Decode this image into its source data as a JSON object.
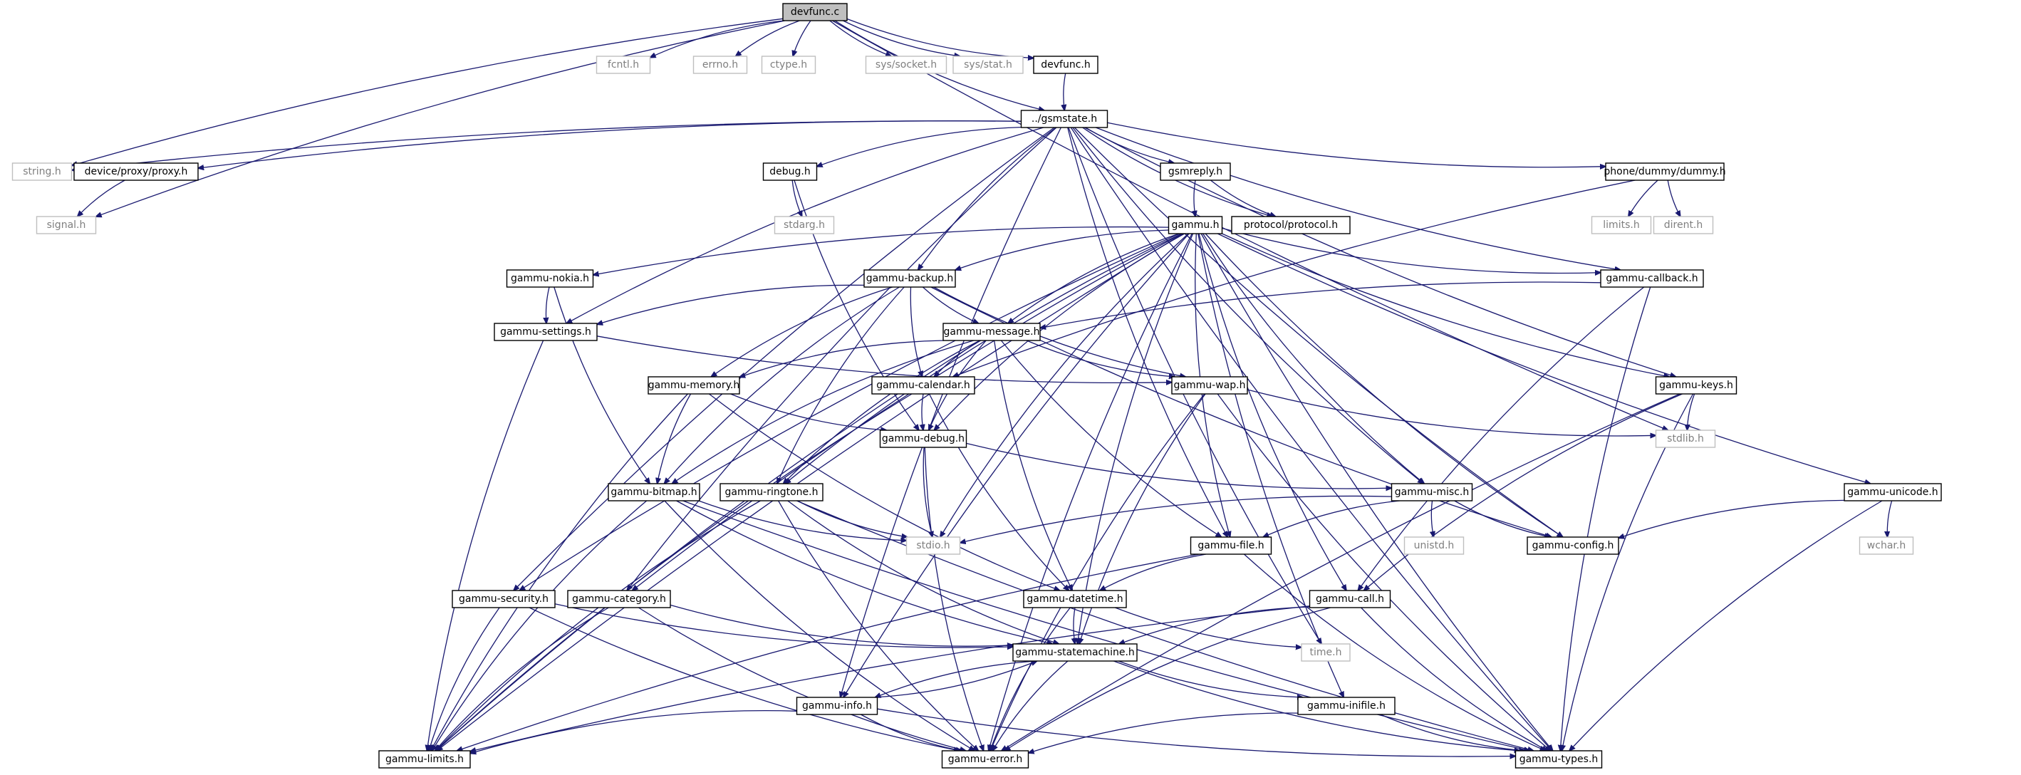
{
  "colors": {
    "edge": "#191970",
    "documented_border": "#000000",
    "system_border": "#bfbfbf",
    "system_text": "#7f7f7f",
    "root_fill": "#bfbfbf",
    "text": "#000000"
  },
  "graph": {
    "title": "devfunc.c",
    "nodes": [
      {
        "id": "devfunc_c",
        "label": "devfunc.c",
        "kind": "root"
      },
      {
        "id": "fcntl_h",
        "label": "fcntl.h",
        "kind": "system"
      },
      {
        "id": "errno_h",
        "label": "errno.h",
        "kind": "system"
      },
      {
        "id": "ctype_h",
        "label": "ctype.h",
        "kind": "system"
      },
      {
        "id": "sys_socket_h",
        "label": "sys/socket.h",
        "kind": "system"
      },
      {
        "id": "sys_stat_h",
        "label": "sys/stat.h",
        "kind": "system"
      },
      {
        "id": "devfunc_h",
        "label": "devfunc.h",
        "kind": "doc"
      },
      {
        "id": "gsmstate_h",
        "label": "../gsmstate.h",
        "kind": "doc"
      },
      {
        "id": "string_h",
        "label": "string.h",
        "kind": "system"
      },
      {
        "id": "proxy_h",
        "label": "device/proxy/proxy.h",
        "kind": "doc"
      },
      {
        "id": "signal_h",
        "label": "signal.h",
        "kind": "system"
      },
      {
        "id": "debug_h",
        "label": "debug.h",
        "kind": "doc"
      },
      {
        "id": "stdarg_h",
        "label": "stdarg.h",
        "kind": "system"
      },
      {
        "id": "gsmreply_h",
        "label": "gsmreply.h",
        "kind": "doc"
      },
      {
        "id": "dummy_h",
        "label": "phone/dummy/dummy.h",
        "kind": "doc"
      },
      {
        "id": "limits_h",
        "label": "limits.h",
        "kind": "system"
      },
      {
        "id": "dirent_h",
        "label": "dirent.h",
        "kind": "system"
      },
      {
        "id": "gammu_h",
        "label": "gammu.h",
        "kind": "doc"
      },
      {
        "id": "protocol_h",
        "label": "protocol/protocol.h",
        "kind": "doc"
      },
      {
        "id": "gammu_nokia_h",
        "label": "gammu-nokia.h",
        "kind": "doc"
      },
      {
        "id": "gammu_backup_h",
        "label": "gammu-backup.h",
        "kind": "doc"
      },
      {
        "id": "gammu_callback_h",
        "label": "gammu-callback.h",
        "kind": "doc"
      },
      {
        "id": "gammu_settings_h",
        "label": "gammu-settings.h",
        "kind": "doc"
      },
      {
        "id": "gammu_message_h",
        "label": "gammu-message.h",
        "kind": "doc"
      },
      {
        "id": "gammu_memory_h",
        "label": "gammu-memory.h",
        "kind": "doc"
      },
      {
        "id": "gammu_calendar_h",
        "label": "gammu-calendar.h",
        "kind": "doc"
      },
      {
        "id": "gammu_wap_h",
        "label": "gammu-wap.h",
        "kind": "doc"
      },
      {
        "id": "gammu_keys_h",
        "label": "gammu-keys.h",
        "kind": "doc"
      },
      {
        "id": "stdlib_h",
        "label": "stdlib.h",
        "kind": "system"
      },
      {
        "id": "gammu_debug_h",
        "label": "gammu-debug.h",
        "kind": "doc"
      },
      {
        "id": "gammu_bitmap_h",
        "label": "gammu-bitmap.h",
        "kind": "doc"
      },
      {
        "id": "gammu_ringtone_h",
        "label": "gammu-ringtone.h",
        "kind": "doc"
      },
      {
        "id": "gammu_misc_h",
        "label": "gammu-misc.h",
        "kind": "doc"
      },
      {
        "id": "gammu_unicode_h",
        "label": "gammu-unicode.h",
        "kind": "doc"
      },
      {
        "id": "stdio_h",
        "label": "stdio.h",
        "kind": "system"
      },
      {
        "id": "unistd_h",
        "label": "unistd.h",
        "kind": "system"
      },
      {
        "id": "wchar_h",
        "label": "wchar.h",
        "kind": "system"
      },
      {
        "id": "gammu_file_h",
        "label": "gammu-file.h",
        "kind": "doc"
      },
      {
        "id": "gammu_config_h",
        "label": "gammu-config.h",
        "kind": "doc"
      },
      {
        "id": "gammu_security_h",
        "label": "gammu-security.h",
        "kind": "doc"
      },
      {
        "id": "gammu_category_h",
        "label": "gammu-category.h",
        "kind": "doc"
      },
      {
        "id": "gammu_datetime_h",
        "label": "gammu-datetime.h",
        "kind": "doc"
      },
      {
        "id": "gammu_call_h",
        "label": "gammu-call.h",
        "kind": "doc"
      },
      {
        "id": "time_h",
        "label": "time.h",
        "kind": "system"
      },
      {
        "id": "gammu_statemachine_h",
        "label": "gammu-statemachine.h",
        "kind": "doc"
      },
      {
        "id": "gammu_info_h",
        "label": "gammu-info.h",
        "kind": "doc"
      },
      {
        "id": "gammu_inifile_h",
        "label": "gammu-inifile.h",
        "kind": "doc"
      },
      {
        "id": "gammu_limits_h",
        "label": "gammu-limits.h",
        "kind": "doc"
      },
      {
        "id": "gammu_error_h",
        "label": "gammu-error.h",
        "kind": "doc"
      },
      {
        "id": "gammu_types_h",
        "label": "gammu-types.h",
        "kind": "doc"
      }
    ],
    "edges": [
      [
        "devfunc_c",
        "fcntl_h"
      ],
      [
        "devfunc_c",
        "errno_h"
      ],
      [
        "devfunc_c",
        "ctype_h"
      ],
      [
        "devfunc_c",
        "sys_socket_h"
      ],
      [
        "devfunc_c",
        "sys_stat_h"
      ],
      [
        "devfunc_c",
        "devfunc_h"
      ],
      [
        "devfunc_c",
        "gsmstate_h"
      ],
      [
        "devfunc_c",
        "string_h"
      ],
      [
        "devfunc_c",
        "signal_h"
      ],
      [
        "devfunc_c",
        "stdlib_h"
      ],
      [
        "devfunc_h",
        "gsmstate_h"
      ],
      [
        "gsmstate_h",
        "string_h"
      ],
      [
        "gsmstate_h",
        "proxy_h"
      ],
      [
        "gsmstate_h",
        "debug_h"
      ],
      [
        "gsmstate_h",
        "gsmreply_h"
      ],
      [
        "gsmstate_h",
        "protocol_h"
      ],
      [
        "gsmstate_h",
        "dummy_h"
      ],
      [
        "gsmstate_h",
        "gammu_backup_h"
      ],
      [
        "gsmstate_h",
        "gammu_callback_h"
      ],
      [
        "gsmstate_h",
        "gammu_settings_h"
      ],
      [
        "gsmstate_h",
        "gammu_keys_h"
      ],
      [
        "gsmstate_h",
        "gammu_misc_h"
      ],
      [
        "gsmstate_h",
        "gammu_file_h"
      ],
      [
        "gsmstate_h",
        "gammu_config_h"
      ],
      [
        "gsmstate_h",
        "gammu_security_h"
      ],
      [
        "gsmstate_h",
        "gammu_category_h"
      ],
      [
        "gsmstate_h",
        "gammu_info_h"
      ],
      [
        "gsmstate_h",
        "time_h"
      ],
      [
        "gsmstate_h",
        "gammu_types_h"
      ],
      [
        "proxy_h",
        "signal_h"
      ],
      [
        "debug_h",
        "stdarg_h"
      ],
      [
        "debug_h",
        "gammu_debug_h"
      ],
      [
        "gsmreply_h",
        "gammu_h"
      ],
      [
        "gsmreply_h",
        "protocol_h"
      ],
      [
        "dummy_h",
        "limits_h"
      ],
      [
        "dummy_h",
        "dirent_h"
      ],
      [
        "dummy_h",
        "gammu_calendar_h"
      ],
      [
        "gammu_h",
        "gammu_nokia_h"
      ],
      [
        "gammu_h",
        "gammu_backup_h"
      ],
      [
        "gammu_h",
        "gammu_callback_h"
      ],
      [
        "gammu_h",
        "gammu_message_h"
      ],
      [
        "gammu_h",
        "gammu_keys_h"
      ],
      [
        "gammu_h",
        "gammu_debug_h"
      ],
      [
        "gammu_h",
        "gammu_misc_h"
      ],
      [
        "gammu_h",
        "gammu_unicode_h"
      ],
      [
        "gammu_h",
        "gammu_file_h"
      ],
      [
        "gammu_h",
        "gammu_config_h"
      ],
      [
        "gammu_h",
        "gammu_security_h"
      ],
      [
        "gammu_h",
        "gammu_category_h"
      ],
      [
        "gammu_h",
        "gammu_call_h"
      ],
      [
        "gammu_h",
        "gammu_statemachine_h"
      ],
      [
        "gammu_h",
        "gammu_inifile_h"
      ],
      [
        "gammu_h",
        "gammu_limits_h"
      ],
      [
        "gammu_h",
        "gammu_error_h"
      ],
      [
        "gammu_h",
        "gammu_types_h"
      ],
      [
        "gammu_h",
        "gammu_ringtone_h"
      ],
      [
        "gammu_h",
        "stdio_h"
      ],
      [
        "gammu_h",
        "gammu_info_h"
      ],
      [
        "gammu_nokia_h",
        "gammu_settings_h"
      ],
      [
        "gammu_nokia_h",
        "gammu_bitmap_h"
      ],
      [
        "gammu_backup_h",
        "gammu_settings_h"
      ],
      [
        "gammu_backup_h",
        "gammu_message_h"
      ],
      [
        "gammu_backup_h",
        "gammu_memory_h"
      ],
      [
        "gammu_backup_h",
        "gammu_calendar_h"
      ],
      [
        "gammu_backup_h",
        "gammu_wap_h"
      ],
      [
        "gammu_backup_h",
        "gammu_bitmap_h"
      ],
      [
        "gammu_backup_h",
        "gammu_ringtone_h"
      ],
      [
        "gammu_backup_h",
        "gammu_config_h"
      ],
      [
        "gammu_callback_h",
        "gammu_message_h"
      ],
      [
        "gammu_callback_h",
        "gammu_call_h"
      ],
      [
        "gammu_callback_h",
        "gammu_types_h"
      ],
      [
        "gammu_settings_h",
        "gammu_wap_h"
      ],
      [
        "gammu_settings_h",
        "gammu_limits_h"
      ],
      [
        "gammu_message_h",
        "gammu_memory_h"
      ],
      [
        "gammu_message_h",
        "gammu_calendar_h"
      ],
      [
        "gammu_message_h",
        "gammu_wap_h"
      ],
      [
        "gammu_message_h",
        "gammu_debug_h"
      ],
      [
        "gammu_message_h",
        "gammu_bitmap_h"
      ],
      [
        "gammu_message_h",
        "gammu_ringtone_h"
      ],
      [
        "gammu_message_h",
        "gammu_file_h"
      ],
      [
        "gammu_message_h",
        "gammu_datetime_h"
      ],
      [
        "gammu_message_h",
        "gammu_limits_h"
      ],
      [
        "gammu_memory_h",
        "gammu_debug_h"
      ],
      [
        "gammu_memory_h",
        "gammu_bitmap_h"
      ],
      [
        "gammu_memory_h",
        "gammu_datetime_h"
      ],
      [
        "gammu_memory_h",
        "gammu_limits_h"
      ],
      [
        "gammu_calendar_h",
        "gammu_debug_h"
      ],
      [
        "gammu_calendar_h",
        "gammu_datetime_h"
      ],
      [
        "gammu_calendar_h",
        "gammu_limits_h"
      ],
      [
        "gammu_wap_h",
        "stdlib_h"
      ],
      [
        "gammu_wap_h",
        "gammu_statemachine_h"
      ],
      [
        "gammu_wap_h",
        "gammu_error_h"
      ],
      [
        "gammu_wap_h",
        "gammu_types_h"
      ],
      [
        "gammu_keys_h",
        "stdlib_h"
      ],
      [
        "gammu_keys_h",
        "gammu_call_h"
      ],
      [
        "gammu_keys_h",
        "gammu_error_h"
      ],
      [
        "gammu_keys_h",
        "gammu_types_h"
      ],
      [
        "gammu_debug_h",
        "stdio_h"
      ],
      [
        "gammu_debug_h",
        "gammu_misc_h"
      ],
      [
        "gammu_debug_h",
        "gammu_error_h"
      ],
      [
        "gammu_bitmap_h",
        "stdio_h"
      ],
      [
        "gammu_bitmap_h",
        "gammu_statemachine_h"
      ],
      [
        "gammu_bitmap_h",
        "gammu_limits_h"
      ],
      [
        "gammu_bitmap_h",
        "gammu_error_h"
      ],
      [
        "gammu_bitmap_h",
        "gammu_types_h"
      ],
      [
        "gammu_ringtone_h",
        "stdio_h"
      ],
      [
        "gammu_ringtone_h",
        "gammu_statemachine_h"
      ],
      [
        "gammu_ringtone_h",
        "gammu_limits_h"
      ],
      [
        "gammu_ringtone_h",
        "gammu_error_h"
      ],
      [
        "gammu_ringtone_h",
        "gammu_types_h"
      ],
      [
        "gammu_misc_h",
        "stdio_h"
      ],
      [
        "gammu_misc_h",
        "unistd_h"
      ],
      [
        "gammu_misc_h",
        "gammu_file_h"
      ],
      [
        "gammu_misc_h",
        "gammu_config_h"
      ],
      [
        "gammu_unicode_h",
        "wchar_h"
      ],
      [
        "gammu_unicode_h",
        "gammu_config_h"
      ],
      [
        "gammu_unicode_h",
        "gammu_types_h"
      ],
      [
        "gammu_file_h",
        "gammu_datetime_h"
      ],
      [
        "gammu_file_h",
        "gammu_types_h"
      ],
      [
        "gammu_file_h",
        "gammu_limits_h"
      ],
      [
        "gammu_security_h",
        "gammu_statemachine_h"
      ],
      [
        "gammu_security_h",
        "gammu_limits_h"
      ],
      [
        "gammu_security_h",
        "gammu_error_h"
      ],
      [
        "gammu_category_h",
        "gammu_statemachine_h"
      ],
      [
        "gammu_category_h",
        "gammu_limits_h"
      ],
      [
        "gammu_category_h",
        "gammu_error_h"
      ],
      [
        "gammu_datetime_h",
        "time_h"
      ],
      [
        "gammu_datetime_h",
        "gammu_statemachine_h"
      ],
      [
        "gammu_datetime_h",
        "gammu_error_h"
      ],
      [
        "gammu_call_h",
        "gammu_statemachine_h"
      ],
      [
        "gammu_call_h",
        "gammu_limits_h"
      ],
      [
        "gammu_call_h",
        "gammu_error_h"
      ],
      [
        "gammu_call_h",
        "gammu_types_h"
      ],
      [
        "gammu_statemachine_h",
        "gammu_info_h"
      ],
      [
        "gammu_statemachine_h",
        "gammu_inifile_h"
      ],
      [
        "gammu_statemachine_h",
        "gammu_error_h"
      ],
      [
        "gammu_statemachine_h",
        "gammu_types_h"
      ],
      [
        "gammu_info_h",
        "gammu_statemachine_h"
      ],
      [
        "gammu_info_h",
        "gammu_limits_h"
      ],
      [
        "gammu_info_h",
        "gammu_error_h"
      ],
      [
        "gammu_info_h",
        "gammu_types_h"
      ],
      [
        "gammu_inifile_h",
        "gammu_error_h"
      ],
      [
        "gammu_inifile_h",
        "gammu_types_h"
      ]
    ]
  }
}
